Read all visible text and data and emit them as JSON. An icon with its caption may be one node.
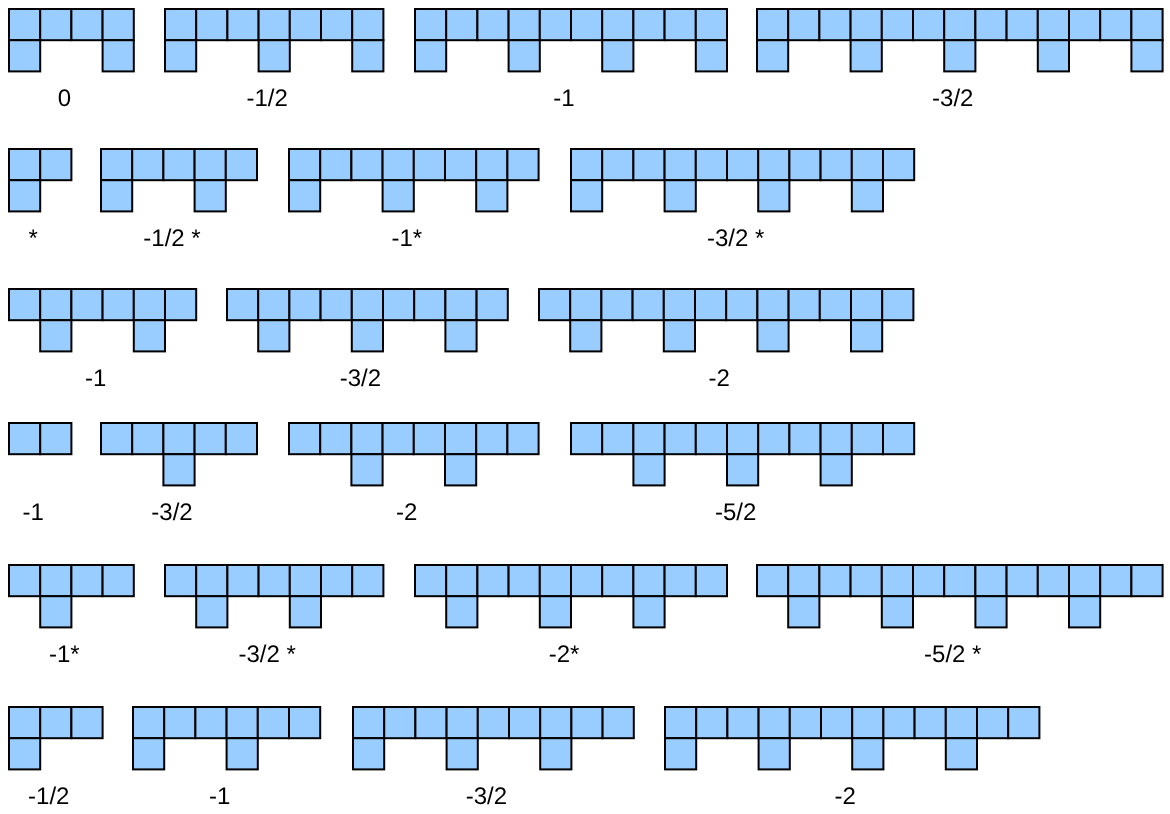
{
  "diagram": {
    "labels": [
      "0",
      "-1/2",
      "-1",
      "-3/2",
      "*",
      "-1/2 *",
      "-1*",
      "-3/2 *",
      "-1",
      "-3/2",
      "-2",
      "-1",
      "-3/2",
      "-2",
      "-5/2",
      "-1*",
      "-3/2 *",
      "-2*",
      "-5/2 *",
      "-1/2",
      "-1",
      "-3/2",
      "-2"
    ]
  }
}
